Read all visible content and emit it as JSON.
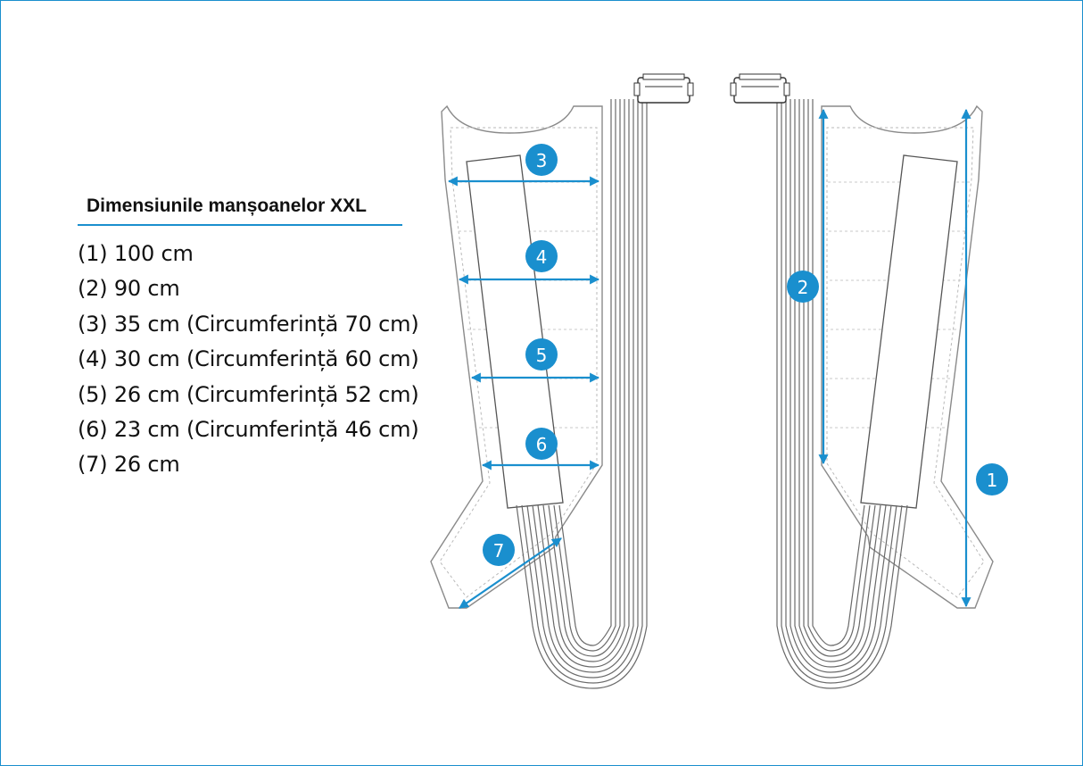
{
  "legend": {
    "title": "Dimensiunile manșoanelor XXL",
    "items": [
      "(1) 100 cm",
      "(2) 90 cm",
      "(3) 35 cm (Circumferință 70 cm)",
      "(4) 30 cm (Circumferință 60 cm)",
      "(5) 26 cm (Circumferință 52 cm)",
      "(6) 23 cm (Circumferință 46 cm)",
      "(7) 26 cm"
    ]
  },
  "badges": {
    "b1": "1",
    "b2": "2",
    "b3": "3",
    "b4": "4",
    "b5": "5",
    "b6": "6",
    "b7": "7"
  },
  "colors": {
    "accent": "#1a8fce",
    "frame": "#1a8fce"
  }
}
